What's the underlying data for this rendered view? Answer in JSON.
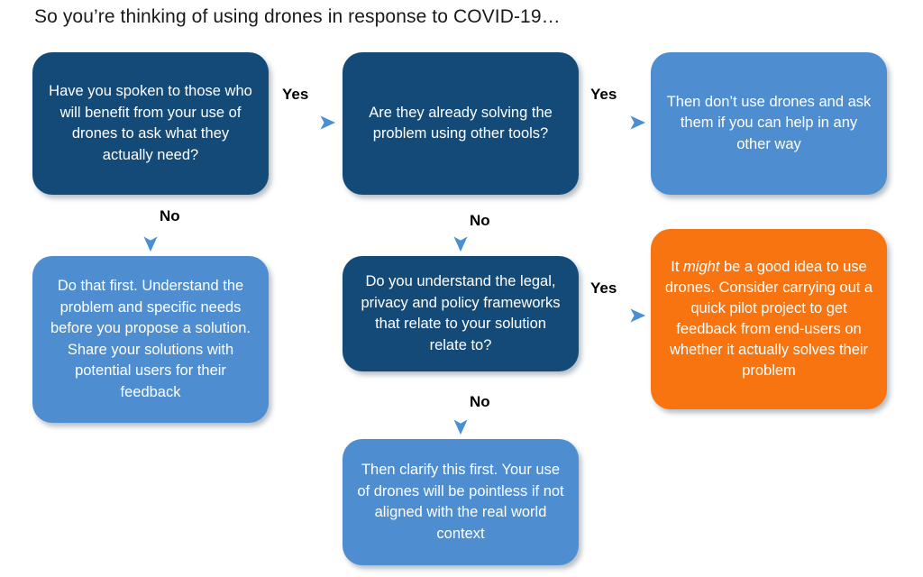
{
  "title": "So you’re thinking of using drones in response to COVID-19…",
  "colors": {
    "dark_blue": "#144a78",
    "light_blue": "#4e8ed0",
    "orange": "#f87410",
    "arrow_blue": "#5b9bd5",
    "background": "#ffffff",
    "label_text": "#000000",
    "node_text": "#ffffff"
  },
  "nodes": [
    {
      "id": "spoken",
      "style": "dark",
      "text": "Have you spoken to those who will benefit from your use of drones to ask what they actually need?"
    },
    {
      "id": "solving",
      "style": "dark",
      "text": "Are they already solving the problem using other tools?"
    },
    {
      "id": "dont-use",
      "style": "light",
      "text": "Then don’t use drones and ask them if you can help in any other way"
    },
    {
      "id": "do-that-first",
      "style": "light",
      "text": "Do that first. Understand the problem and specific needs before you propose a solution. Share your solutions with potential users for their feedback"
    },
    {
      "id": "legal",
      "style": "dark",
      "text": "Do you understand the legal, privacy and policy frameworks that relate to your solution relate to?"
    },
    {
      "id": "might",
      "style": "orange",
      "text_parts": [
        "It ",
        "might",
        " be a good idea to use drones. Consider carrying out a quick pilot project to get feedback from end-users on whether it actually solves their problem"
      ],
      "emphasis_word": "might",
      "text": "It might be a good idea to use drones. Consider carrying out a quick pilot project to get feedback from end-users on whether it actually solves their problem"
    },
    {
      "id": "clarify",
      "style": "light",
      "text": "Then clarify this first. Your use of drones will be pointless if not aligned with the real world context"
    }
  ],
  "edges": [
    {
      "id": "yes-1",
      "label": "Yes",
      "from": "spoken",
      "to": "solving",
      "direction": "right"
    },
    {
      "id": "yes-2",
      "label": "Yes",
      "from": "solving",
      "to": "dont-use",
      "direction": "right"
    },
    {
      "id": "yes-3",
      "label": "Yes",
      "from": "legal",
      "to": "might",
      "direction": "right"
    },
    {
      "id": "no-1",
      "label": "No",
      "from": "spoken",
      "to": "do-that-first",
      "direction": "down"
    },
    {
      "id": "no-2",
      "label": "No",
      "from": "solving",
      "to": "legal",
      "direction": "down"
    },
    {
      "id": "no-3",
      "label": "No",
      "from": "legal",
      "to": "clarify",
      "direction": "down"
    }
  ]
}
